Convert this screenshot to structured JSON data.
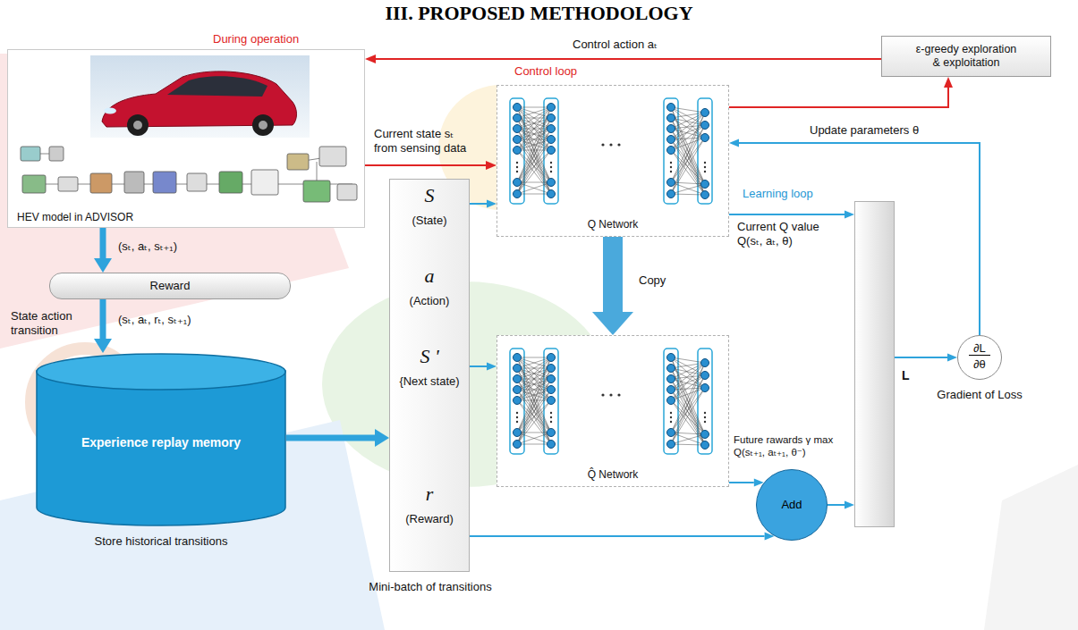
{
  "diagram": {
    "title": "III. PROPOSED METHODOLOGY",
    "nodes": [
      {
        "text": [
          "HEV model in ADVISOR"
        ]
      },
      {
        "text": [
          "ε-greedy exploration & exploitation"
        ]
      },
      {
        "text": [
          "Q Network"
        ]
      },
      {
        "text": [
          "Reward"
        ]
      },
      {
        "text": [
          "Experience replay memory",
          "Store historical transitions"
        ]
      },
      {
        "text": [
          "S",
          "(State)",
          "a",
          "(Action)",
          "S '",
          "{Next state)",
          "r",
          "(Reward)",
          "Mini-batch of transitions"
        ]
      },
      {
        "text": [
          "Q̂ Network"
        ]
      },
      {
        "text": [
          "Add"
        ]
      },
      {
        "text": [
          "L"
        ]
      },
      {
        "text": [
          "∂L",
          "∂θ",
          "Gradient of Loss"
        ]
      }
    ],
    "edges": [
      {
        "from": 0,
        "to": 2,
        "arrow": "to",
        "label": "Current state sₜ from sensing data"
      },
      {
        "from": 2,
        "to": 1,
        "arrow": "to"
      },
      {
        "from": 1,
        "to": 0,
        "arrow": "to",
        "label": "Control action aₜ"
      },
      {
        "from": 0,
        "to": 3,
        "arrow": "to",
        "label": "(sₜ, aₜ, sₜ₊₁)"
      },
      {
        "from": 3,
        "to": 4,
        "arrow": "to",
        "label": "(sₜ, aₜ, rₜ, sₜ₊₁)"
      },
      {
        "from": 4,
        "to": 5,
        "arrow": "to"
      },
      {
        "from": 5,
        "to": 2,
        "arrow": "to"
      },
      {
        "from": 5,
        "to": 6,
        "arrow": "to"
      },
      {
        "from": 5,
        "to": 7,
        "arrow": "to"
      },
      {
        "from": 6,
        "to": 7,
        "arrow": "to",
        "label": "Future rawards γ max Q(sₜ₊₁, aₜ₊₁, θ⁻)"
      },
      {
        "from": 2,
        "to": 8,
        "arrow": "to",
        "label": "Current Q value Q(sₜ, aₜ, θ)"
      },
      {
        "from": 7,
        "to": 8,
        "arrow": "to"
      },
      {
        "from": 8,
        "to": 9,
        "arrow": "to"
      },
      {
        "from": 9,
        "to": 2,
        "arrow": "to",
        "label": "Update parameters θ"
      },
      {
        "from": 2,
        "to": 6,
        "arrow": "to",
        "label": "Copy"
      }
    ],
    "labels": [
      "During operation",
      "Control loop",
      "Learning loop",
      "State action transition"
    ]
  }
}
